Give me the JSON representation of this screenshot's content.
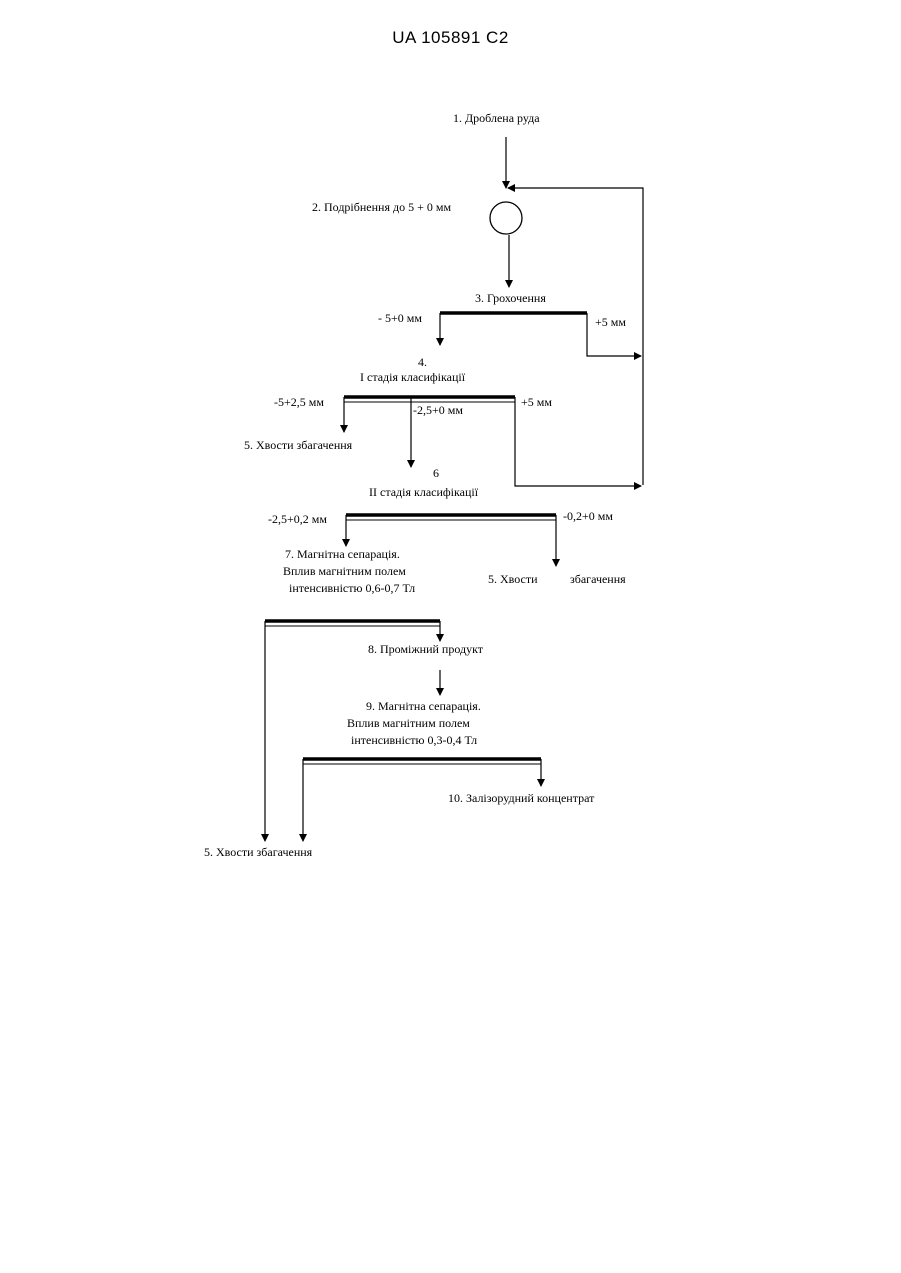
{
  "header": {
    "patent_number": "UA   105891   C2"
  },
  "nodes": {
    "n1": "1. Дроблена руда",
    "n2": "2. Подрібнення до 5 + 0 мм",
    "n3": "3. Грохочення",
    "n4_num": "4.",
    "n4_label": "I стадія класифікації",
    "n5a": "5. Хвости збагачення",
    "n6_num": "6",
    "n6_label": "II стадія класифікації",
    "n7_line1": "7. Магнітна сепарація.",
    "n7_line2": "Вплив магнітним полем",
    "n7_line3": "інтенсивністю 0,6-0,7 Тл",
    "n5b_part1": "5. Хвости",
    "n5b_part2": "збагачення",
    "n8": "8. Проміжний продукт",
    "n9_line1": "9. Магнітна сепарація.",
    "n9_line2": "Вплив магнітним полем",
    "n9_line3": "інтенсивністю 0,3-0,4 Тл",
    "n10": "10. Залізорудний концентрат",
    "n5c": "5. Хвости збагачення"
  },
  "flow_labels": {
    "screen_under": "-  5+0 мм",
    "screen_over": "+5 мм",
    "class1_left": "-5+2,5 мм",
    "class1_mid": "-2,5+0 мм",
    "class1_right": "+5 мм",
    "class2_left": "-2,5+0,2 мм",
    "class2_right": "-0,2+0 мм"
  }
}
